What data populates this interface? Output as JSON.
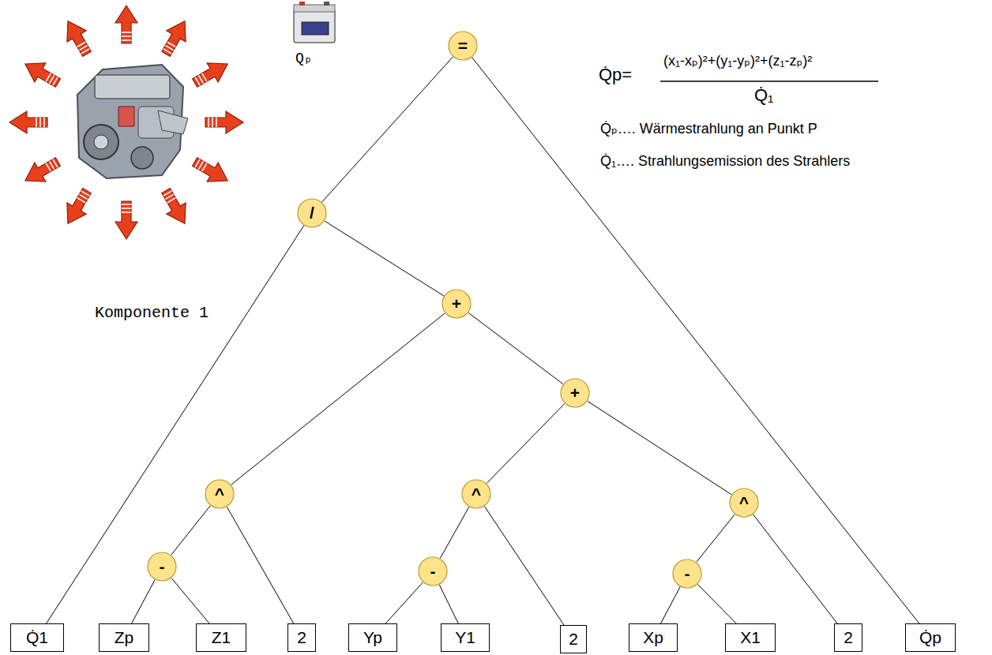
{
  "diagram": {
    "nodes": [
      {
        "text": [
          "="
        ]
      },
      {
        "text": [
          "/"
        ]
      },
      {
        "text": [
          "+"
        ]
      },
      {
        "text": [
          "+"
        ]
      },
      {
        "text": [
          "^"
        ]
      },
      {
        "text": [
          "^"
        ]
      },
      {
        "text": [
          "^"
        ]
      },
      {
        "text": [
          "-"
        ]
      },
      {
        "text": [
          "-"
        ]
      },
      {
        "text": [
          "-"
        ]
      },
      {
        "text": [
          "Q̇1"
        ]
      },
      {
        "text": [
          "Zp"
        ]
      },
      {
        "text": [
          "Z1"
        ]
      },
      {
        "text": [
          "2"
        ]
      },
      {
        "text": [
          "Yp"
        ]
      },
      {
        "text": [
          "Y1"
        ]
      },
      {
        "text": [
          "2"
        ]
      },
      {
        "text": [
          "Xp"
        ]
      },
      {
        "text": [
          "X1"
        ]
      },
      {
        "text": [
          "2"
        ]
      },
      {
        "text": [
          "Q̇p"
        ]
      }
    ],
    "edges": [
      {
        "from": 0,
        "to": 1,
        "arrow": "none"
      },
      {
        "from": 0,
        "to": 20,
        "arrow": "none"
      },
      {
        "from": 1,
        "to": 10,
        "arrow": "none"
      },
      {
        "from": 1,
        "to": 2,
        "arrow": "none"
      },
      {
        "from": 2,
        "to": 4,
        "arrow": "none"
      },
      {
        "from": 2,
        "to": 3,
        "arrow": "none"
      },
      {
        "from": 3,
        "to": 5,
        "arrow": "none"
      },
      {
        "from": 3,
        "to": 6,
        "arrow": "none"
      },
      {
        "from": 4,
        "to": 7,
        "arrow": "none"
      },
      {
        "from": 4,
        "to": 13,
        "arrow": "none"
      },
      {
        "from": 7,
        "to": 11,
        "arrow": "none"
      },
      {
        "from": 7,
        "to": 12,
        "arrow": "none"
      },
      {
        "from": 5,
        "to": 8,
        "arrow": "none"
      },
      {
        "from": 5,
        "to": 16,
        "arrow": "none"
      },
      {
        "from": 8,
        "to": 14,
        "arrow": "none"
      },
      {
        "from": 8,
        "to": 15,
        "arrow": "none"
      },
      {
        "from": 6,
        "to": 9,
        "arrow": "none"
      },
      {
        "from": 6,
        "to": 19,
        "arrow": "none"
      },
      {
        "from": 9,
        "to": 17,
        "arrow": "none"
      },
      {
        "from": 9,
        "to": 18,
        "arrow": "none"
      }
    ],
    "labels": [
      "Qₚ",
      "Komponente 1",
      "Q̇p=",
      "(x₁-xₚ)²+(y₁-yₚ)²+(z₁-zₚ)²",
      "Q̇₁",
      "Q̇ₚ…. Wärmestrahlung an Punkt P",
      "Q̇₁…. Strahlungsemission des Strahlers"
    ]
  }
}
